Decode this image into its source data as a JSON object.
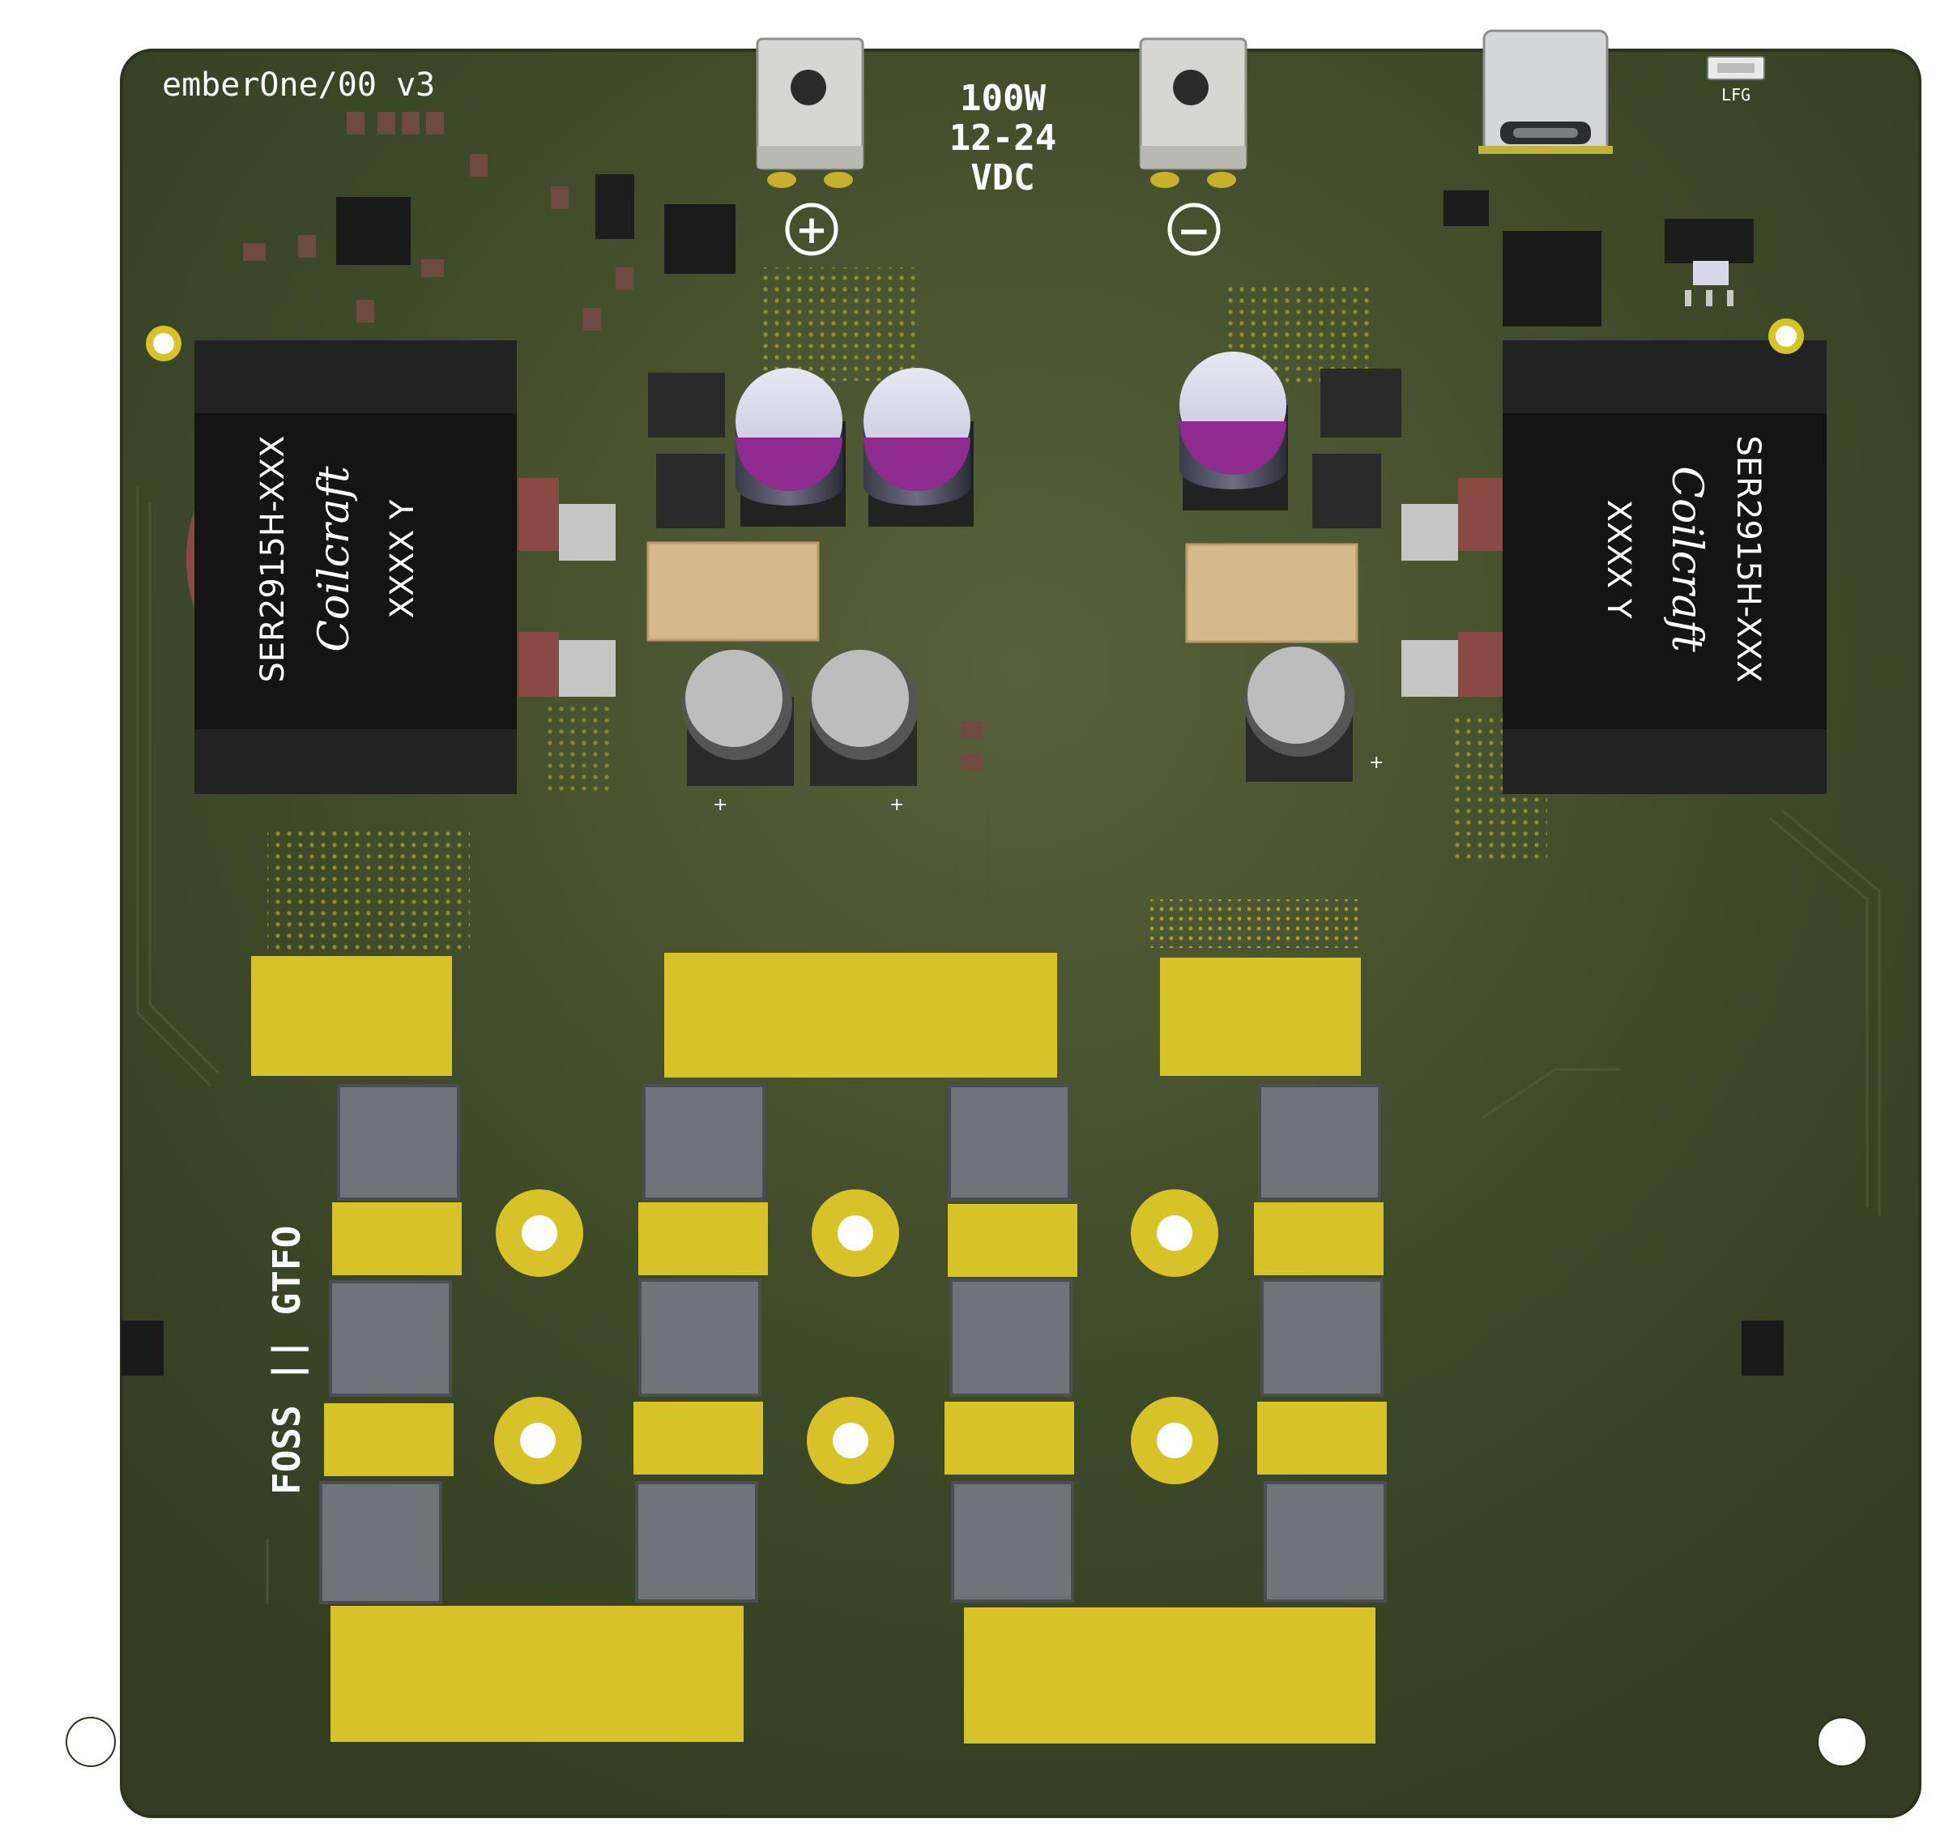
{
  "board": {
    "title": "emberOne/00 v3",
    "power_lines": [
      "100W",
      "12-24",
      "VDC"
    ],
    "plus_symbol": "+",
    "minus_symbol": "−",
    "foss_text": "FOSS || GTFO",
    "lfg_label": "LFG",
    "cap_plus": "+"
  },
  "inductors": [
    {
      "part": "SER2915H-XXX",
      "brand": "Coilcraft",
      "code": "XXXX Y"
    },
    {
      "part": "SER2915H-XXX",
      "brand": "Coilcraft",
      "code": "XXXX Y"
    }
  ],
  "colors": {
    "pcb_green": "#3b4a25",
    "gold_pad": "#d8c22a",
    "asic_grey": "#6f747a",
    "inductor_black": "#151515",
    "copper": "#8a4a44"
  }
}
